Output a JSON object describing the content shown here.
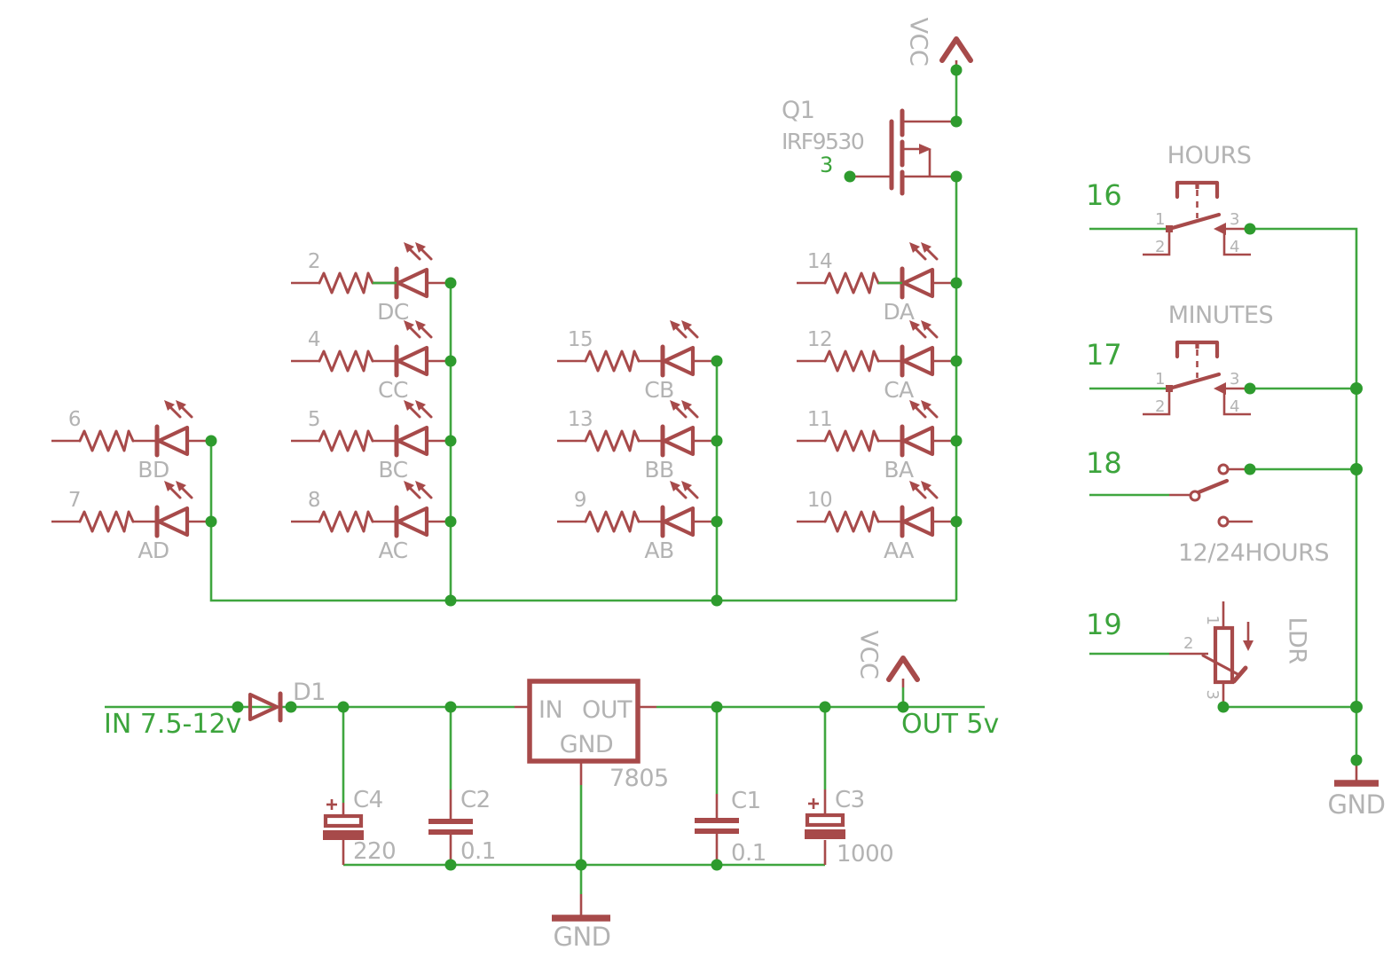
{
  "colors": {
    "wire_green": "#3FA63F",
    "symbol_red": "#A74A4A",
    "label_gray": "#B3B3B3",
    "junction_green": "#2E9B2E",
    "text_green": "#3CA43C"
  },
  "transistor": {
    "ref": "Q1",
    "value": "IRF9530",
    "gate_pin": "3"
  },
  "power_rails": {
    "vcc_top": "VCC",
    "vcc_bottom": "VCC",
    "input_label": "IN 7.5-12v",
    "output_label": "OUT 5v",
    "gnd_bottom": "GND",
    "gnd_right": "GND"
  },
  "leds": [
    {
      "pin": "6",
      "name": "BD"
    },
    {
      "pin": "7",
      "name": "AD"
    },
    {
      "pin": "2",
      "name": "DC"
    },
    {
      "pin": "4",
      "name": "CC"
    },
    {
      "pin": "5",
      "name": "BC"
    },
    {
      "pin": "8",
      "name": "AC"
    },
    {
      "pin": "15",
      "name": "CB"
    },
    {
      "pin": "13",
      "name": "BB"
    },
    {
      "pin": "9",
      "name": "AB"
    },
    {
      "pin": "14",
      "name": "DA"
    },
    {
      "pin": "12",
      "name": "CA"
    },
    {
      "pin": "11",
      "name": "BA"
    },
    {
      "pin": "10",
      "name": "AA"
    }
  ],
  "switches": {
    "hours": {
      "label": "HOURS",
      "net": "16",
      "pin1": "1",
      "pin2": "2",
      "pin3": "3",
      "pin4": "4"
    },
    "minutes": {
      "label": "MINUTES",
      "net": "17",
      "pin1": "1",
      "pin2": "2",
      "pin3": "3",
      "pin4": "4"
    },
    "mode": {
      "label": "12/24HOURS",
      "net": "18"
    }
  },
  "ldr": {
    "label": "LDR",
    "net": "19",
    "pin1": "1",
    "pin2": "2",
    "pin3": "3"
  },
  "diode": {
    "ref": "D1"
  },
  "regulator": {
    "part": "7805",
    "pin_in": "IN",
    "pin_out": "OUT",
    "pin_gnd": "GND"
  },
  "capacitors": [
    {
      "ref": "C4",
      "value": "220"
    },
    {
      "ref": "C2",
      "value": "0.1"
    },
    {
      "ref": "C1",
      "value": "0.1"
    },
    {
      "ref": "C3",
      "value": "1000"
    }
  ]
}
